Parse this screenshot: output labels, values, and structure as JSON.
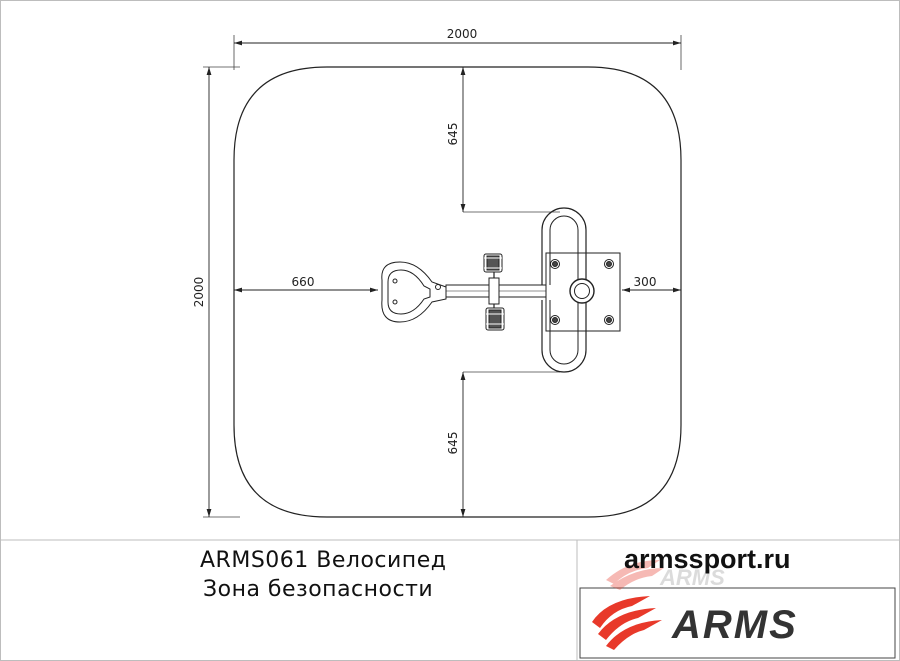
{
  "drawing": {
    "dimensions": {
      "overall_width": "2000",
      "overall_height": "2000",
      "upper_clearance": "645",
      "lower_clearance": "645",
      "left_clearance": "660",
      "right_clearance": "300"
    }
  },
  "title_block": {
    "line1": "ARMS061 Велосипед",
    "line2": "Зона безопасности",
    "website": "armssport.ru",
    "logo_text": "ARMS",
    "logo_ghost_text": "ARMS"
  },
  "colors": {
    "line": "#222222",
    "frame": "#bdbdbd",
    "brand_red": "#e8392a",
    "brand_dark": "#333333"
  }
}
